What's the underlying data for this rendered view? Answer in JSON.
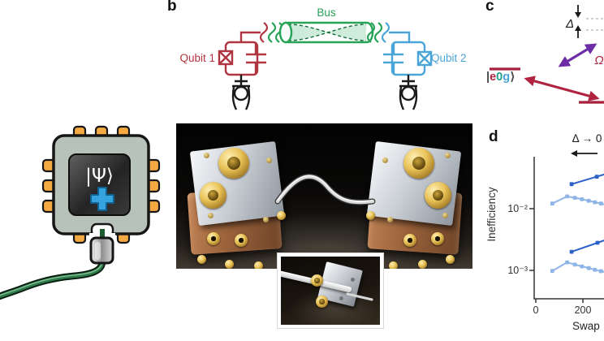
{
  "panel_b": {
    "label": "b",
    "qubit1_label": "Qubit 1",
    "qubit2_label": "Qubit 2",
    "bus_label": "Bus"
  },
  "panel_c": {
    "label": "c",
    "delta_label": "Δ",
    "omega_label": "Ω",
    "ket": {
      "bar": "|",
      "e": "e",
      "zero": "0",
      "g": "g",
      "bracket": "⟩"
    }
  },
  "panel_d": {
    "label": "d"
  },
  "chip": {
    "state_label": "|Ψ⟩"
  },
  "colors": {
    "qubit1_red": "#b03540",
    "qubit2_blue": "#4aa5d8",
    "bus_green": "#26a356",
    "coupling_purple": "#6d2da6",
    "drive_red": "#b02440",
    "level_red": "#a8203a",
    "series_dark_blue": "#2b62c9",
    "series_light_blue": "#8fb4e6",
    "chip_plus_blue": "#35a3e0",
    "chip_pin_orange": "#f5a942"
  },
  "chart_data": {
    "type": "line",
    "xlabel": "Swap",
    "ylabel": "Inefficiency",
    "annotation": "Δ → 0",
    "y_scale": "log",
    "xlim": [
      -7,
      290
    ],
    "ylim": [
      0.00034,
      0.065
    ],
    "grid": false,
    "legend": "none",
    "x_ticks": [
      {
        "value": 0,
        "label": "0"
      },
      {
        "value": 200,
        "label": "200"
      }
    ],
    "y_ticks": [
      {
        "value": 0.01,
        "label": "10⁻²"
      },
      {
        "value": 0.001,
        "label": "10⁻³"
      }
    ],
    "series": [
      {
        "name": "dark-blue-upper",
        "color": "#2b62c9",
        "marker": "square",
        "clipped_right": true,
        "points": [
          [
            152,
            0.025
          ],
          [
            259,
            0.033
          ]
        ]
      },
      {
        "name": "light-blue-upper",
        "color": "#8fb4e6",
        "marker": "square",
        "clipped_right": true,
        "points": [
          [
            70,
            0.0121
          ],
          [
            133,
            0.0158
          ],
          [
            166,
            0.015
          ],
          [
            196,
            0.0142
          ],
          [
            225,
            0.0134
          ],
          [
            251,
            0.0127
          ],
          [
            277,
            0.0121
          ]
        ]
      },
      {
        "name": "dark-blue-lower",
        "color": "#2b62c9",
        "marker": "square",
        "clipped_right": true,
        "points": [
          [
            152,
            0.002
          ],
          [
            262,
            0.0028
          ]
        ]
      },
      {
        "name": "light-blue-lower",
        "color": "#8fb4e6",
        "marker": "square",
        "clipped_right": true,
        "points": [
          [
            70,
            0.00098
          ],
          [
            133,
            0.00135
          ],
          [
            166,
            0.00124
          ],
          [
            196,
            0.00116
          ],
          [
            225,
            0.00109
          ],
          [
            251,
            0.00102
          ],
          [
            277,
            0.00097
          ]
        ]
      }
    ]
  }
}
